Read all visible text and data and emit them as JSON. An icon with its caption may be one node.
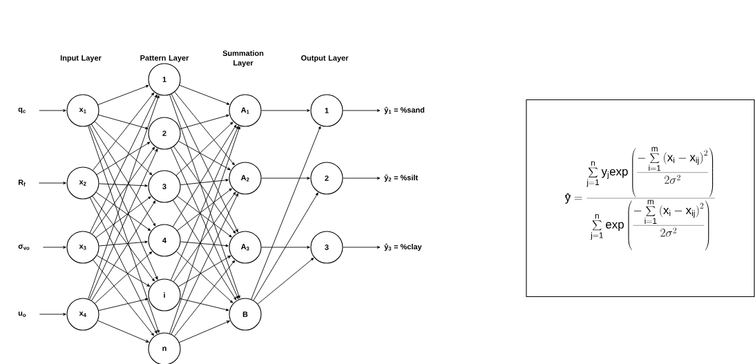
{
  "diagram": {
    "nodes": [
      {
        "text": [
          "q$_{c}$"
        ]
      },
      {
        "text": [
          "R$_{f}$"
        ]
      },
      {
        "text": [
          "σ$_{vo}$"
        ]
      },
      {
        "text": [
          "u$_{o}$"
        ]
      },
      {
        "text": [
          "x$_{1}$"
        ]
      },
      {
        "text": [
          "x$_{2}$"
        ]
      },
      {
        "text": [
          "x$_{3}$"
        ]
      },
      {
        "text": [
          "x$_{4}$"
        ]
      },
      {
        "text": [
          "1"
        ]
      },
      {
        "text": [
          "2"
        ]
      },
      {
        "text": [
          "3"
        ]
      },
      {
        "text": [
          "4"
        ]
      },
      {
        "text": [
          "i"
        ]
      },
      {
        "text": [
          "n"
        ]
      },
      {
        "text": [
          "A$_{1}$"
        ]
      },
      {
        "text": [
          "A$_{2}$"
        ]
      },
      {
        "text": [
          "A$_{3}$"
        ]
      },
      {
        "text": [
          "B"
        ]
      },
      {
        "text": [
          "1"
        ]
      },
      {
        "text": [
          "2"
        ]
      },
      {
        "text": [
          "3"
        ]
      },
      {
        "text": [
          "ŷ$_{1}$ = %sand"
        ]
      },
      {
        "text": [
          "ŷ$_{2}$ = %silt"
        ]
      },
      {
        "text": [
          "ŷ$_{3}$ = %clay"
        ]
      },
      {
        "text": [
          "\\mathrm{\\hat{y}} = \\frac{\\displaystyle\\sum_{\\mathrm{j=1}}^{\\mathrm{n}} \\mathrm{y_j exp}\\left(\\frac{-\\displaystyle\\sum_{\\mathrm{i=1}}^{\\mathrm{m}}\\left(\\mathrm{x_i} - \\mathrm{x_{ij}}\\right)^2}{2\\sigma^2}\\right)}{\\displaystyle\\sum_{\\mathrm{j=1}}^{\\mathrm{n}} \\mathrm{exp}\\left(\\frac{-\\displaystyle\\sum_{\\mathrm{i=1}}^{\\mathrm{m}}\\left(\\mathrm{x_i} - \\mathrm{x_{ij}}\\right)^2}{2\\sigma^2}\\right)}"
        ]
      }
    ],
    "edges": [
      {
        "from": 0,
        "to": 4,
        "arrow": "to"
      },
      {
        "from": 1,
        "to": 5,
        "arrow": "to"
      },
      {
        "from": 2,
        "to": 6,
        "arrow": "to"
      },
      {
        "from": 3,
        "to": 7,
        "arrow": "to"
      },
      {
        "from": 4,
        "to": 8,
        "arrow": "to"
      },
      {
        "from": 4,
        "to": 9,
        "arrow": "to"
      },
      {
        "from": 4,
        "to": 10,
        "arrow": "to"
      },
      {
        "from": 4,
        "to": 11,
        "arrow": "to"
      },
      {
        "from": 4,
        "to": 12,
        "arrow": "to"
      },
      {
        "from": 4,
        "to": 13,
        "arrow": "to"
      },
      {
        "from": 5,
        "to": 8,
        "arrow": "to"
      },
      {
        "from": 5,
        "to": 9,
        "arrow": "to"
      },
      {
        "from": 5,
        "to": 10,
        "arrow": "to"
      },
      {
        "from": 5,
        "to": 11,
        "arrow": "to"
      },
      {
        "from": 5,
        "to": 12,
        "arrow": "to"
      },
      {
        "from": 5,
        "to": 13,
        "arrow": "to"
      },
      {
        "from": 6,
        "to": 8,
        "arrow": "to"
      },
      {
        "from": 6,
        "to": 9,
        "arrow": "to"
      },
      {
        "from": 6,
        "to": 10,
        "arrow": "to"
      },
      {
        "from": 6,
        "to": 11,
        "arrow": "to"
      },
      {
        "from": 6,
        "to": 12,
        "arrow": "to"
      },
      {
        "from": 6,
        "to": 13,
        "arrow": "to"
      },
      {
        "from": 7,
        "to": 8,
        "arrow": "to"
      },
      {
        "from": 7,
        "to": 9,
        "arrow": "to"
      },
      {
        "from": 7,
        "to": 10,
        "arrow": "to"
      },
      {
        "from": 7,
        "to": 11,
        "arrow": "to"
      },
      {
        "from": 7,
        "to": 12,
        "arrow": "to"
      },
      {
        "from": 7,
        "to": 13,
        "arrow": "to"
      },
      {
        "from": 8,
        "to": 14,
        "arrow": "to"
      },
      {
        "from": 8,
        "to": 15,
        "arrow": "to"
      },
      {
        "from": 8,
        "to": 16,
        "arrow": "to"
      },
      {
        "from": 8,
        "to": 17,
        "arrow": "to"
      },
      {
        "from": 9,
        "to": 14,
        "arrow": "to"
      },
      {
        "from": 9,
        "to": 15,
        "arrow": "to"
      },
      {
        "from": 9,
        "to": 16,
        "arrow": "to"
      },
      {
        "from": 9,
        "to": 17,
        "arrow": "to"
      },
      {
        "from": 10,
        "to": 14,
        "arrow": "to"
      },
      {
        "from": 10,
        "to": 15,
        "arrow": "to"
      },
      {
        "from": 10,
        "to": 16,
        "arrow": "to"
      },
      {
        "from": 10,
        "to": 17,
        "arrow": "to"
      },
      {
        "from": 11,
        "to": 14,
        "arrow": "to"
      },
      {
        "from": 11,
        "to": 15,
        "arrow": "to"
      },
      {
        "from": 11,
        "to": 16,
        "arrow": "to"
      },
      {
        "from": 11,
        "to": 17,
        "arrow": "to"
      },
      {
        "from": 12,
        "to": 14,
        "arrow": "to"
      },
      {
        "from": 12,
        "to": 15,
        "arrow": "to"
      },
      {
        "from": 12,
        "to": 16,
        "arrow": "to"
      },
      {
        "from": 12,
        "to": 17,
        "arrow": "to"
      },
      {
        "from": 13,
        "to": 14,
        "arrow": "to"
      },
      {
        "from": 13,
        "to": 15,
        "arrow": "to"
      },
      {
        "from": 13,
        "to": 16,
        "arrow": "to"
      },
      {
        "from": 13,
        "to": 17,
        "arrow": "to"
      },
      {
        "from": 14,
        "to": 18,
        "arrow": "to"
      },
      {
        "from": 15,
        "to": 19,
        "arrow": "to"
      },
      {
        "from": 16,
        "to": 20,
        "arrow": "to"
      },
      {
        "from": 17,
        "to": 18,
        "arrow": "to"
      },
      {
        "from": 17,
        "to": 19,
        "arrow": "to"
      },
      {
        "from": 17,
        "to": 20,
        "arrow": "to"
      },
      {
        "from": 18,
        "to": 21,
        "arrow": "to"
      },
      {
        "from": 19,
        "to": 22,
        "arrow": "to"
      },
      {
        "from": 20,
        "to": 23,
        "arrow": "to"
      }
    ],
    "labels": [
      "Input Layer",
      "Pattern Layer",
      "Summation Layer",
      "Output Layer"
    ]
  }
}
